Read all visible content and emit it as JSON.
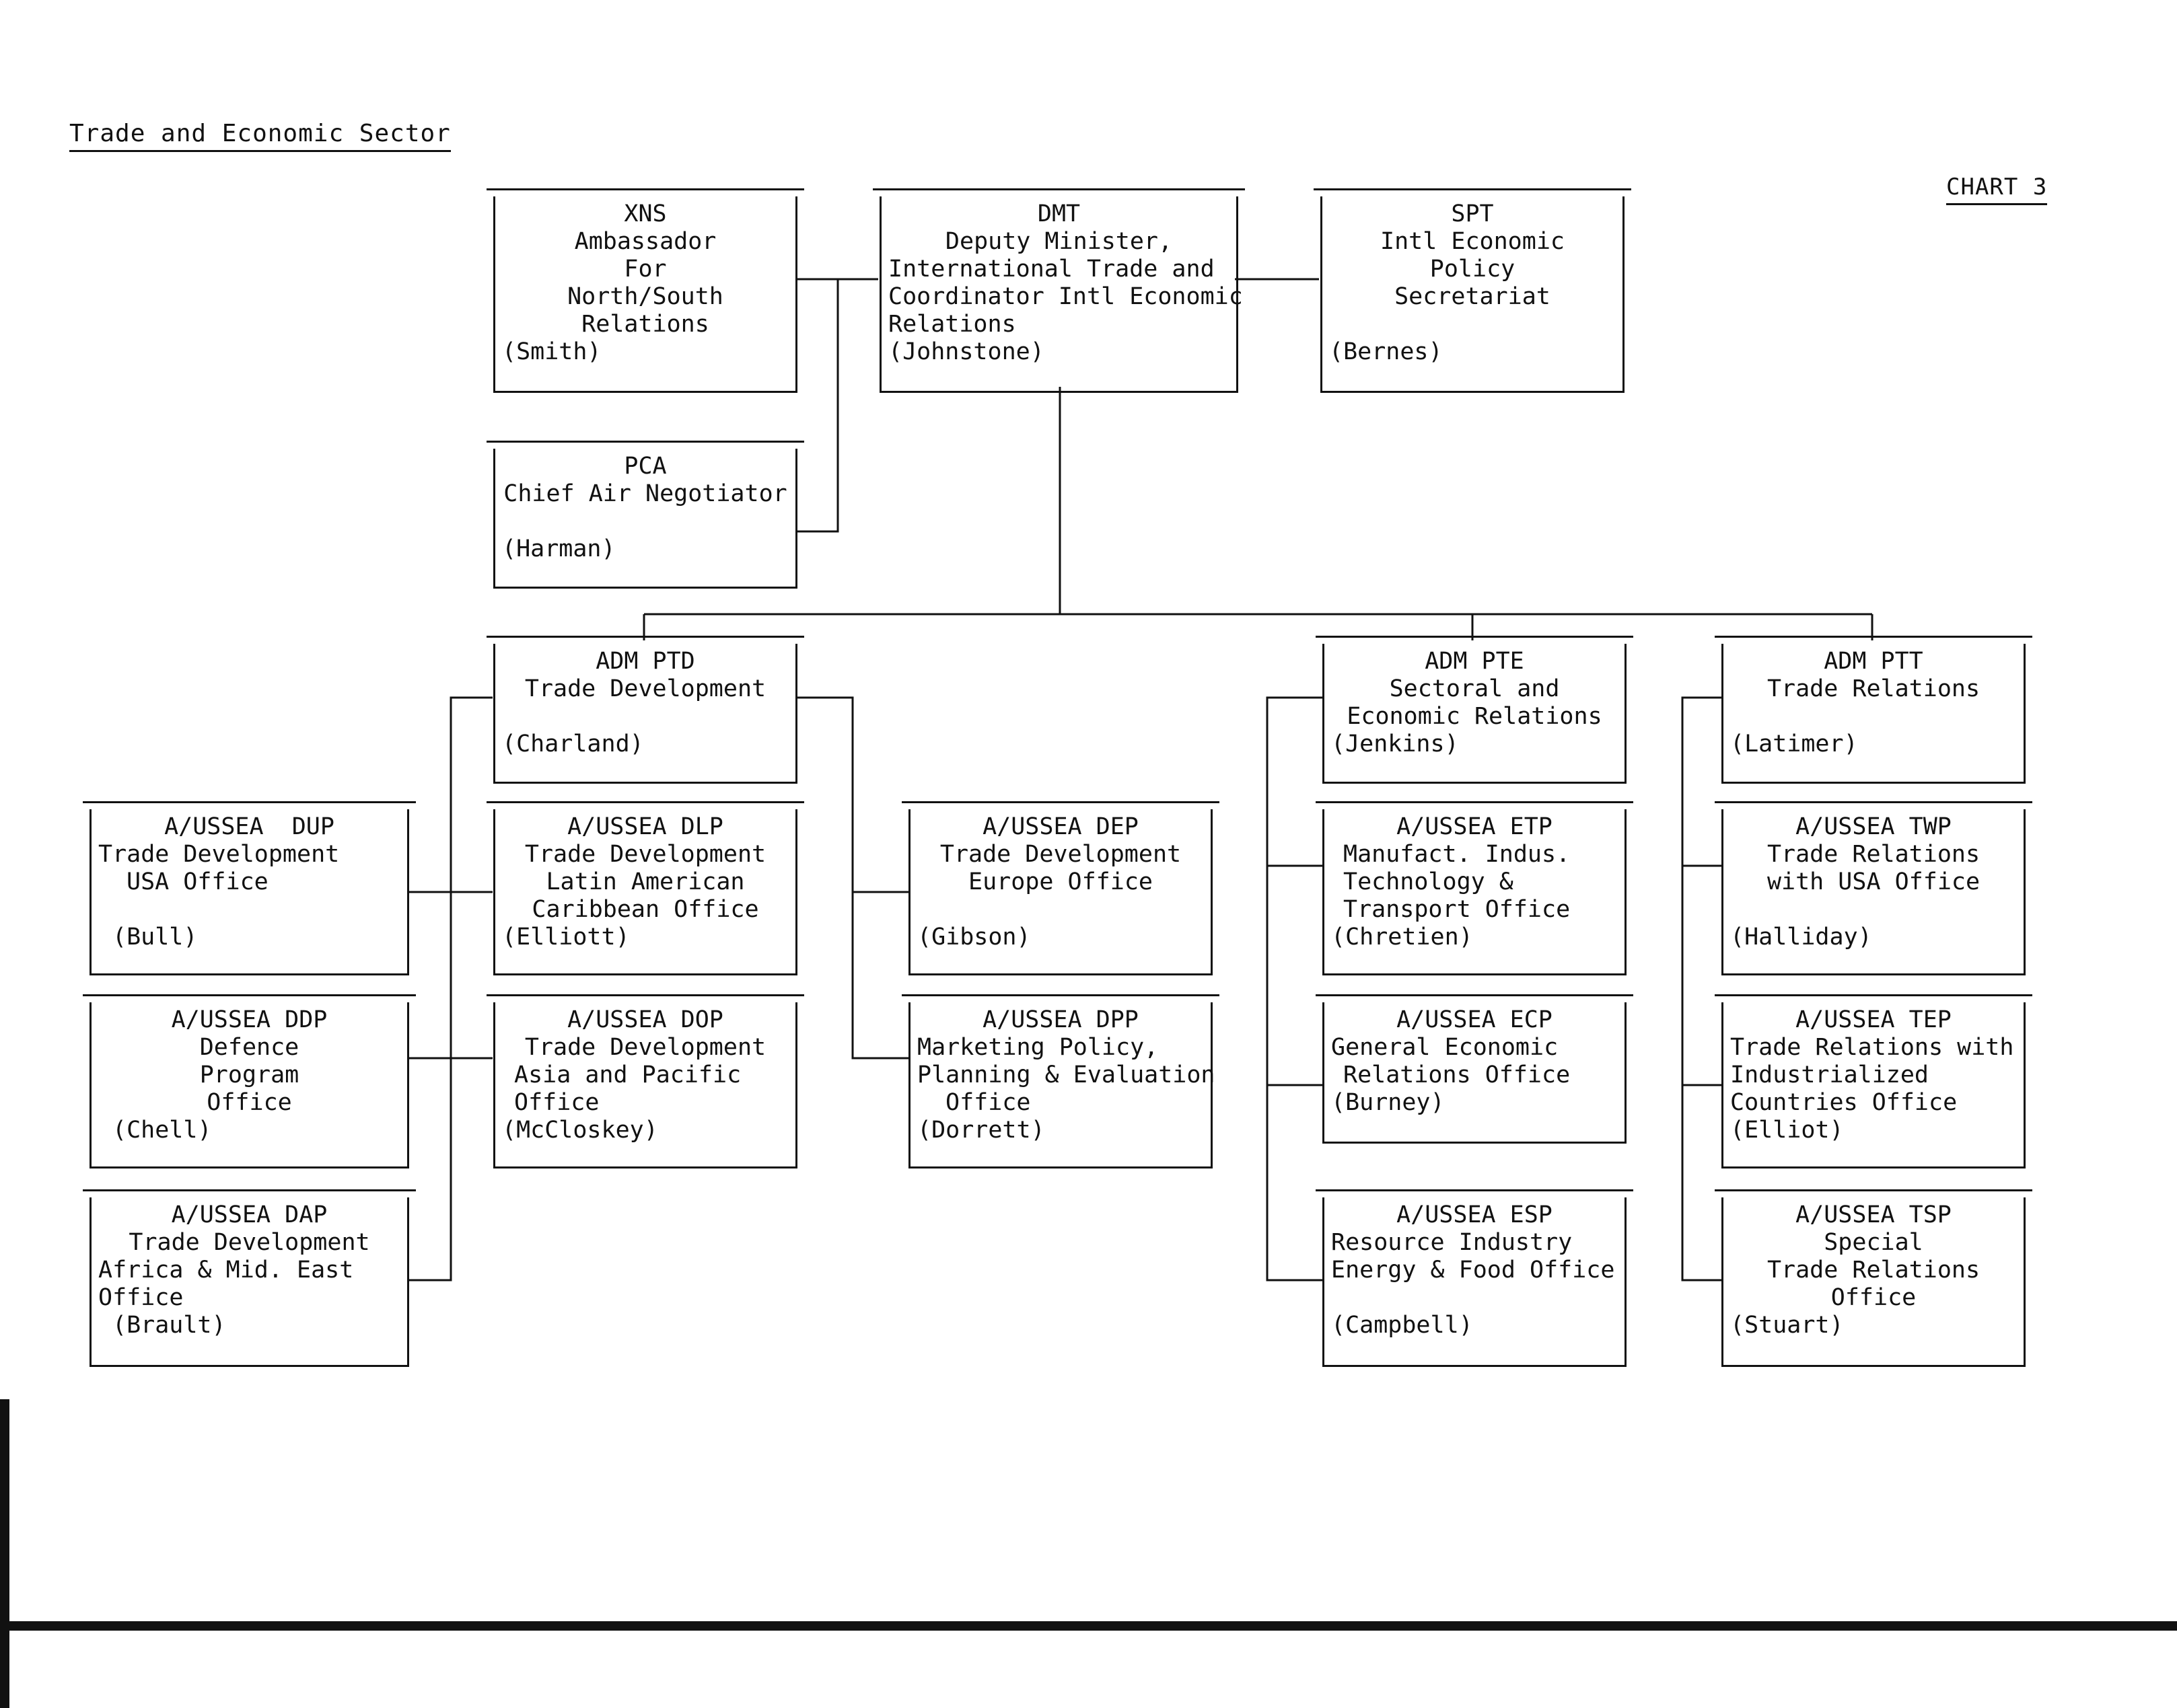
{
  "header": {
    "title": "Trade and Economic Sector",
    "chart_label": "CHART 3"
  },
  "boxes": {
    "xns": [
      "XNS",
      "Ambassador",
      "For",
      "North/South",
      "Relations",
      "(Smith)"
    ],
    "dmt": [
      "DMT",
      "Deputy Minister,",
      "International Trade and",
      "Coordinator Intl Economic",
      "Relations",
      "(Johnstone)"
    ],
    "spt": [
      "SPT",
      "Intl Economic",
      "Policy",
      "Secretariat",
      "",
      "(Bernes)"
    ],
    "pca": [
      "PCA",
      "Chief Air Negotiator",
      "",
      "(Harman)"
    ],
    "ptd": [
      "ADM PTD",
      "Trade Development",
      "",
      "(Charland)"
    ],
    "pte": [
      "ADM PTE",
      "Sectoral and",
      "Economic Relations",
      "(Jenkins)"
    ],
    "ptt": [
      "ADM PTT",
      "Trade Relations",
      "",
      "(Latimer)"
    ],
    "dup": [
      "A/USSEA  DUP",
      "Trade Development",
      "USA Office",
      "",
      "(Bull)"
    ],
    "ddp": [
      "A/USSEA DDP",
      "Defence",
      "Program",
      "Office",
      "(Chell)"
    ],
    "dap": [
      "A/USSEA DAP",
      "Trade Development",
      "Africa & Mid. East",
      "Office",
      "(Brault)"
    ],
    "dlp": [
      "A/USSEA DLP",
      "Trade Development",
      "Latin American",
      "Caribbean Office",
      "(Elliott)"
    ],
    "dop": [
      "A/USSEA DOP",
      "Trade Development",
      "Asia and Pacific",
      "Office",
      "(McCloskey)"
    ],
    "dep": [
      "A/USSEA DEP",
      "Trade Development",
      "Europe Office",
      "",
      "(Gibson)"
    ],
    "dpp": [
      "A/USSEA DPP",
      "Marketing Policy,",
      "Planning & Evaluation",
      "Office",
      "(Dorrett)"
    ],
    "etp": [
      "A/USSEA ETP",
      "Manufact. Indus.",
      "Technology &",
      "Transport Office",
      "(Chretien)"
    ],
    "ecp": [
      "A/USSEA ECP",
      "General Economic",
      "Relations Office",
      "(Burney)"
    ],
    "esp": [
      "A/USSEA ESP",
      "Resource Industry",
      "Energy & Food Office",
      "",
      "(Campbell)"
    ],
    "twp": [
      "A/USSEA TWP",
      "Trade Relations",
      "with USA Office",
      "",
      "(Halliday)"
    ],
    "tep": [
      "A/USSEA TEP",
      "Trade Relations with",
      "Industrialized",
      "Countries Office",
      "(Elliot)"
    ],
    "tsp": [
      "A/USSEA TSP",
      "Special",
      "Trade Relations",
      "Office",
      "(Stuart)"
    ]
  }
}
